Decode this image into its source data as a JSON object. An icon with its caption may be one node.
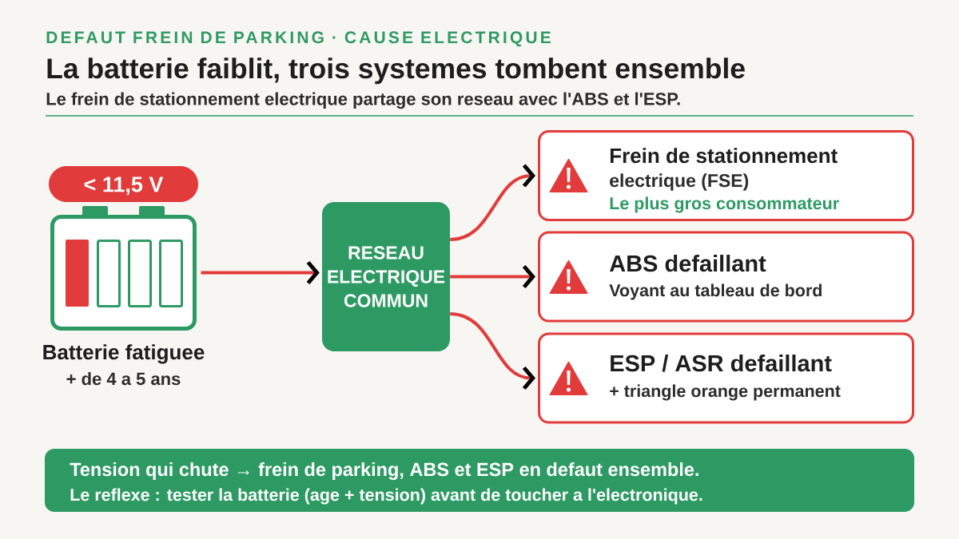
{
  "diagram": {
    "title": "La batterie faiblit, trois systemes tombent ensemble",
    "nodes": [
      {
        "text": [
          "< 11,5 V"
        ]
      },
      {
        "text": [],
        "shape": "picture",
        "beside": [
          "Batterie fatiguee",
          "+ de 4 a 5 ans"
        ]
      },
      {
        "text": [
          "RESEAU ELECTRIQUE COMMUN"
        ]
      },
      {
        "text": [
          "Frein de stationnement",
          "electrique (FSE)",
          "Le plus gros consommateur"
        ]
      },
      {
        "text": [
          "ABS defaillant",
          "Voyant au tableau de bord"
        ]
      },
      {
        "text": [
          "ESP / ASR defaillant",
          "+ triangle orange permanent"
        ]
      },
      {
        "text": [
          "Tension qui chute → frein de parking, ABS et ESP en defaut ensemble.",
          "Le reflexe : tester la batterie (age + tension) avant de toucher a l'electronique."
        ]
      }
    ],
    "edges": [
      {
        "from": 1,
        "to": 2,
        "arrow": "to"
      },
      {
        "from": 2,
        "to": 3,
        "arrow": "to"
      },
      {
        "from": 2,
        "to": 4,
        "arrow": "to"
      },
      {
        "from": 2,
        "to": 5,
        "arrow": "to"
      }
    ],
    "labels": [
      "DEFAUT FREIN DE PARKING · CAUSE ELECTRIQUE",
      "Le frein de stationnement electrique partage son reseau avec l'ABS et l'ESP."
    ]
  }
}
